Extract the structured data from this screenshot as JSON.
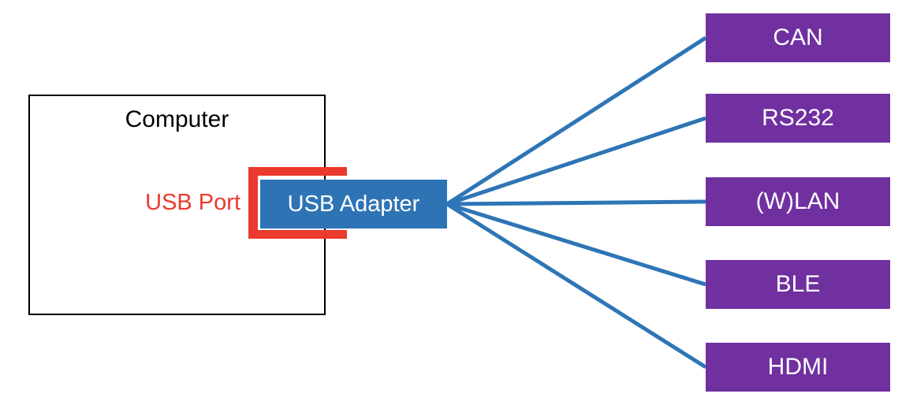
{
  "diagram": {
    "computer": {
      "label": "Computer"
    },
    "usb_port": {
      "label": "USB Port"
    },
    "usb_adapter": {
      "label": "USB Adapter"
    },
    "peripherals": [
      {
        "id": "can",
        "label": "CAN"
      },
      {
        "id": "rs232",
        "label": "RS232"
      },
      {
        "id": "wlan",
        "label": "(W)LAN"
      },
      {
        "id": "ble",
        "label": "BLE"
      },
      {
        "id": "hdmi",
        "label": "HDMI"
      }
    ],
    "colors": {
      "background": "#FFFFFF",
      "computer_border": "#000000",
      "computer_label_text": "#000000",
      "usb_port_text": "#EC392D",
      "usb_port_bracket": "#EC392D",
      "usb_adapter_fill": "#2E74B5",
      "usb_adapter_text": "#FFFFFF",
      "connector_line": "#2E75B6",
      "peripheral_fill": "#7030A0",
      "peripheral_text": "#FFFFFF"
    },
    "connector_stroke_width": 5
  }
}
